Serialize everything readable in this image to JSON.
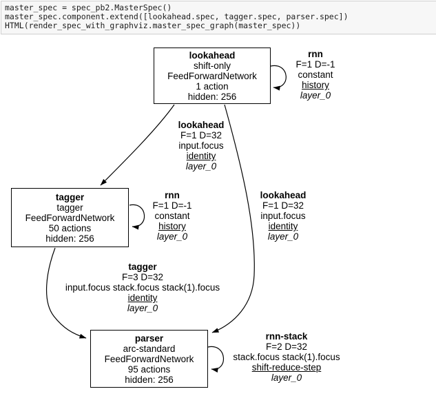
{
  "code_cell": {
    "lines": [
      "master_spec = spec_pb2.MasterSpec()",
      "master_spec.component.extend([lookahead.spec, tagger.spec, parser.spec])",
      "HTML(render_spec_with_graphviz.master_spec_graph(master_spec))"
    ]
  },
  "graph": {
    "nodes": {
      "lookahead": {
        "title": "lookahead",
        "lines": [
          "shift-only",
          "FeedForwardNetwork",
          "1 action",
          "hidden: 256"
        ]
      },
      "tagger": {
        "title": "tagger",
        "lines": [
          "tagger",
          "FeedForwardNetwork",
          "50 actions",
          "hidden: 256"
        ]
      },
      "parser": {
        "title": "parser",
        "lines": [
          "arc-standard",
          "FeedForwardNetwork",
          "95 actions",
          "hidden: 256"
        ]
      }
    },
    "edge_labels": {
      "rnn_lookahead": {
        "title": "rnn",
        "line1": "F=1 D=-1",
        "line2": "constant",
        "underlined": "history",
        "italic": "layer_0"
      },
      "lookahead_tagger": {
        "title": "lookahead",
        "line1": "F=1 D=32",
        "line2": "input.focus",
        "underlined": "identity",
        "italic": "layer_0"
      },
      "rnn_tagger": {
        "title": "rnn",
        "line1": "F=1 D=-1",
        "line2": "constant",
        "underlined": "history",
        "italic": "layer_0"
      },
      "lookahead_parser": {
        "title": "lookahead",
        "line1": "F=1 D=32",
        "line2": "input.focus",
        "underlined": "identity",
        "italic": "layer_0"
      },
      "tagger_parser": {
        "title": "tagger",
        "line1": "F=3 D=32",
        "line2": "input.focus stack.focus stack(1).focus",
        "underlined": "identity",
        "italic": "layer_0"
      },
      "rnn_stack_parser": {
        "title": "rnn-stack",
        "line1": "F=2 D=32",
        "line2": "stack.focus stack(1).focus",
        "underlined": "shift-reduce-step",
        "italic": "layer_0"
      }
    },
    "colors": {
      "edge": "#000000",
      "node_border": "#000000",
      "text": "#000000",
      "background": "#ffffff"
    }
  },
  "colors": {
    "code_background": "#f7f7f7",
    "code_border": "#cfcfcf",
    "code_text": "#1c1c1c"
  }
}
